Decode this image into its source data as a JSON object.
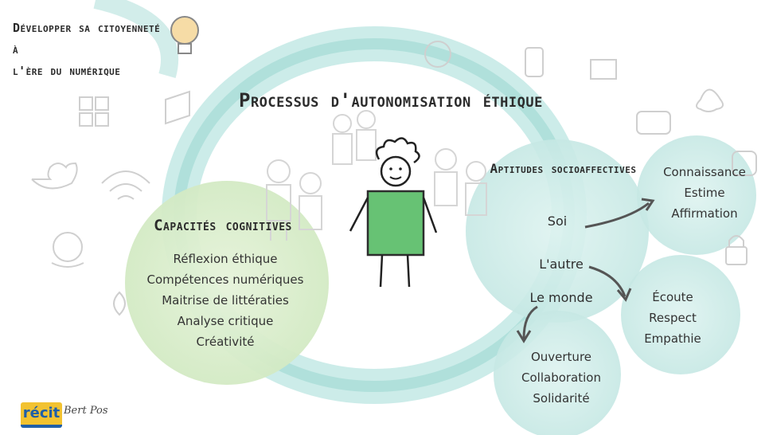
{
  "header": {
    "context_line1": "Développer sa citoyenneté à",
    "context_line2": "l'ère du numérique",
    "title": "Processus d'autonomisation éthique"
  },
  "cognitive": {
    "title": "Capacités cognitives",
    "items": [
      "Réflexion éthique",
      "Compétences numériques",
      "Maitrise de littératies",
      "Analyse critique",
      "Créativité"
    ]
  },
  "socioaffective": {
    "title": "Aptitudes socioaffectives",
    "soi": {
      "label": "Soi",
      "items": [
        "Connaissance",
        "Estime",
        "Affirmation"
      ]
    },
    "autre": {
      "label": "L'autre",
      "items": [
        "Écoute",
        "Respect",
        "Empathie"
      ]
    },
    "monde": {
      "label": "Le monde",
      "items": [
        "Ouverture",
        "Collaboration",
        "Solidarité"
      ]
    }
  },
  "footer": {
    "logo_text": "récit",
    "signature": "Bert Pos"
  },
  "colors": {
    "ring": "#8fd3cf",
    "ring_dark": "#6fc4be",
    "green_circle": "#dcefcf",
    "teal_circle": "#cfece8",
    "person_body": "#5fbf6d",
    "text": "#333333",
    "logo_yellow": "#f2c230",
    "logo_blue": "#1f5fa8"
  },
  "icons": [
    "lightbulb-icon",
    "twitter-icon",
    "wifi-icon",
    "windows-icon",
    "map-pin-icon",
    "amazon-icon",
    "instagram-icon",
    "snapchat-icon",
    "youtube-icon",
    "image-icon",
    "lock-icon",
    "phone-icon",
    "google-icon",
    "location-icon"
  ]
}
